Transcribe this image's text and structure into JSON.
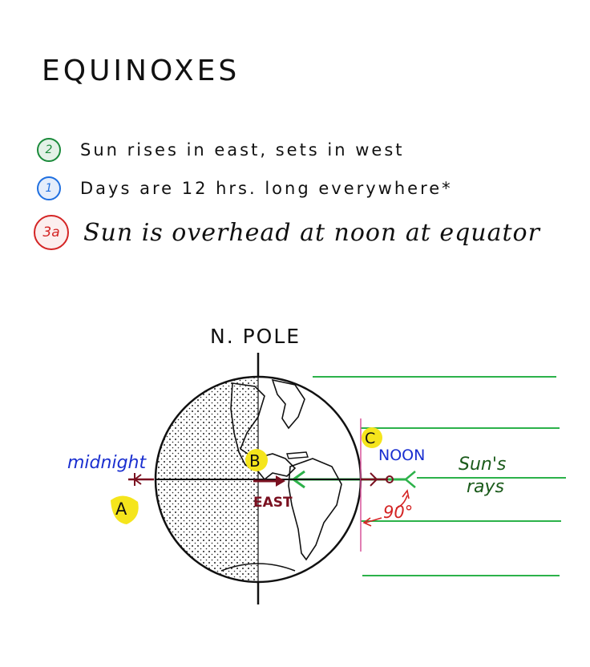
{
  "title": "EQUINOXES",
  "notes": [
    {
      "badge": "2",
      "badge_color": "#1a8a3a",
      "text": "Sun rises in east, sets in west"
    },
    {
      "badge": "1",
      "badge_color": "#1f6fe0",
      "text": "Days are 12 hrs. long everywhere*"
    },
    {
      "badge": "3a",
      "badge_color": "#d42424",
      "text": "Sun is overhead at noon at equator"
    }
  ],
  "diagram": {
    "pole_label": "N. POLE",
    "midnight_label": "midnight",
    "noon_label": "NOON",
    "east_label": "EAST",
    "angle_label": "90°",
    "rays_label_1": "Sun's",
    "rays_label_2": "rays",
    "marker_a": "A",
    "marker_b": "B",
    "marker_c": "C",
    "colors": {
      "rays": "#2cb24a",
      "midnight": "#1a2fd0",
      "noon": "#1a2fd0",
      "east": "#7a1020",
      "angle": "#d42424",
      "markers": "#f5e51c",
      "tangent": "#d9539a",
      "rays_text": "#1a5a1a"
    }
  }
}
